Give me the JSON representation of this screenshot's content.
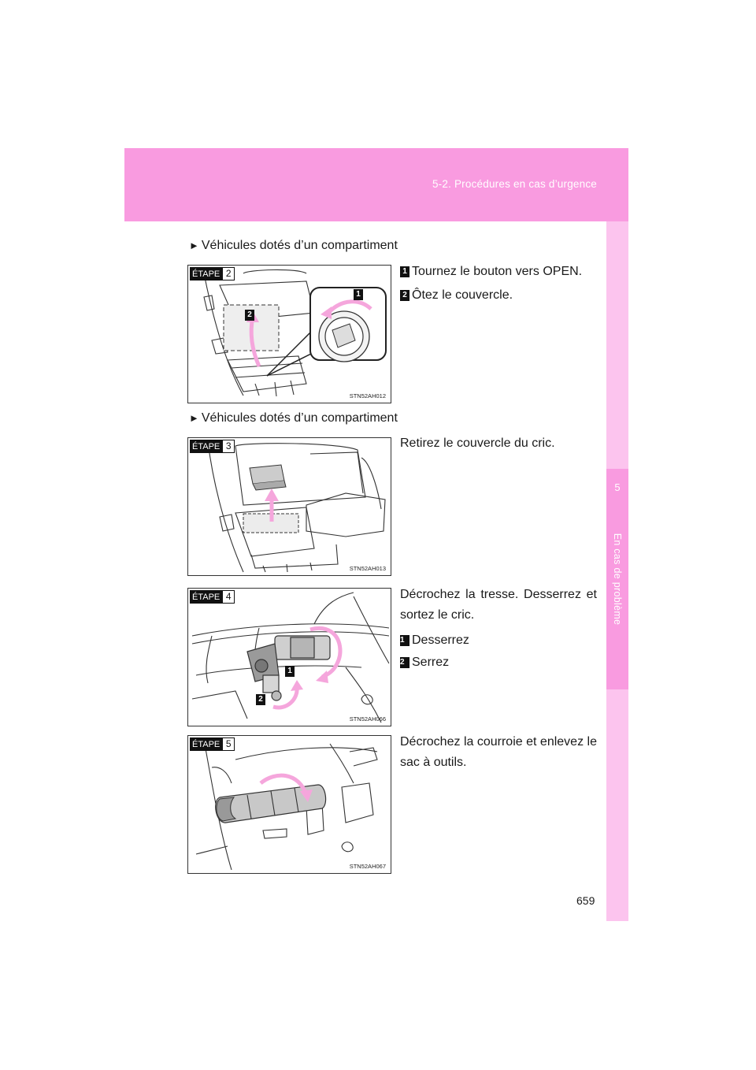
{
  "header": {
    "section_title": "5-2. Procédures en cas d’urgence"
  },
  "side_tab": {
    "chapter_number": "5",
    "chapter_title": "En cas de problème"
  },
  "page_number": "659",
  "sections": [
    {
      "heading": "Véhicules dotés d’un compartiment"
    },
    {
      "heading": "Véhicules dotés d’un compartiment"
    }
  ],
  "steps": [
    {
      "badge_label": "ÉTAPE",
      "badge_number": "2",
      "figure_code": "STN52AH012",
      "callouts": [
        "2",
        "1"
      ],
      "items": [
        {
          "num": "1",
          "text": "Tournez le bouton vers OPEN."
        },
        {
          "num": "2",
          "text": "Ôtez le couvercle."
        }
      ]
    },
    {
      "badge_label": "ÉTAPE",
      "badge_number": "3",
      "figure_code": "STN52AH013",
      "text": "Retirez le couvercle du cric."
    },
    {
      "badge_label": "ÉTAPE",
      "badge_number": "4",
      "figure_code": "STN52AH066",
      "callouts": [
        "1",
        "2"
      ],
      "text": "Décrochez la tresse. Desserrez et sortez le cric.",
      "items": [
        {
          "num": "1",
          "text": "Desserrez"
        },
        {
          "num": "2",
          "text": "Serrez"
        }
      ]
    },
    {
      "badge_label": "ÉTAPE",
      "badge_number": "5",
      "figure_code": "STN52AH067",
      "text": "Décrochez la courroie et enlevez le sac à outils."
    }
  ],
  "colors": {
    "header_pink": "#f99be0",
    "side_strip_pink": "#fcc4ee",
    "arrow_pink": "#f5a6dc"
  }
}
